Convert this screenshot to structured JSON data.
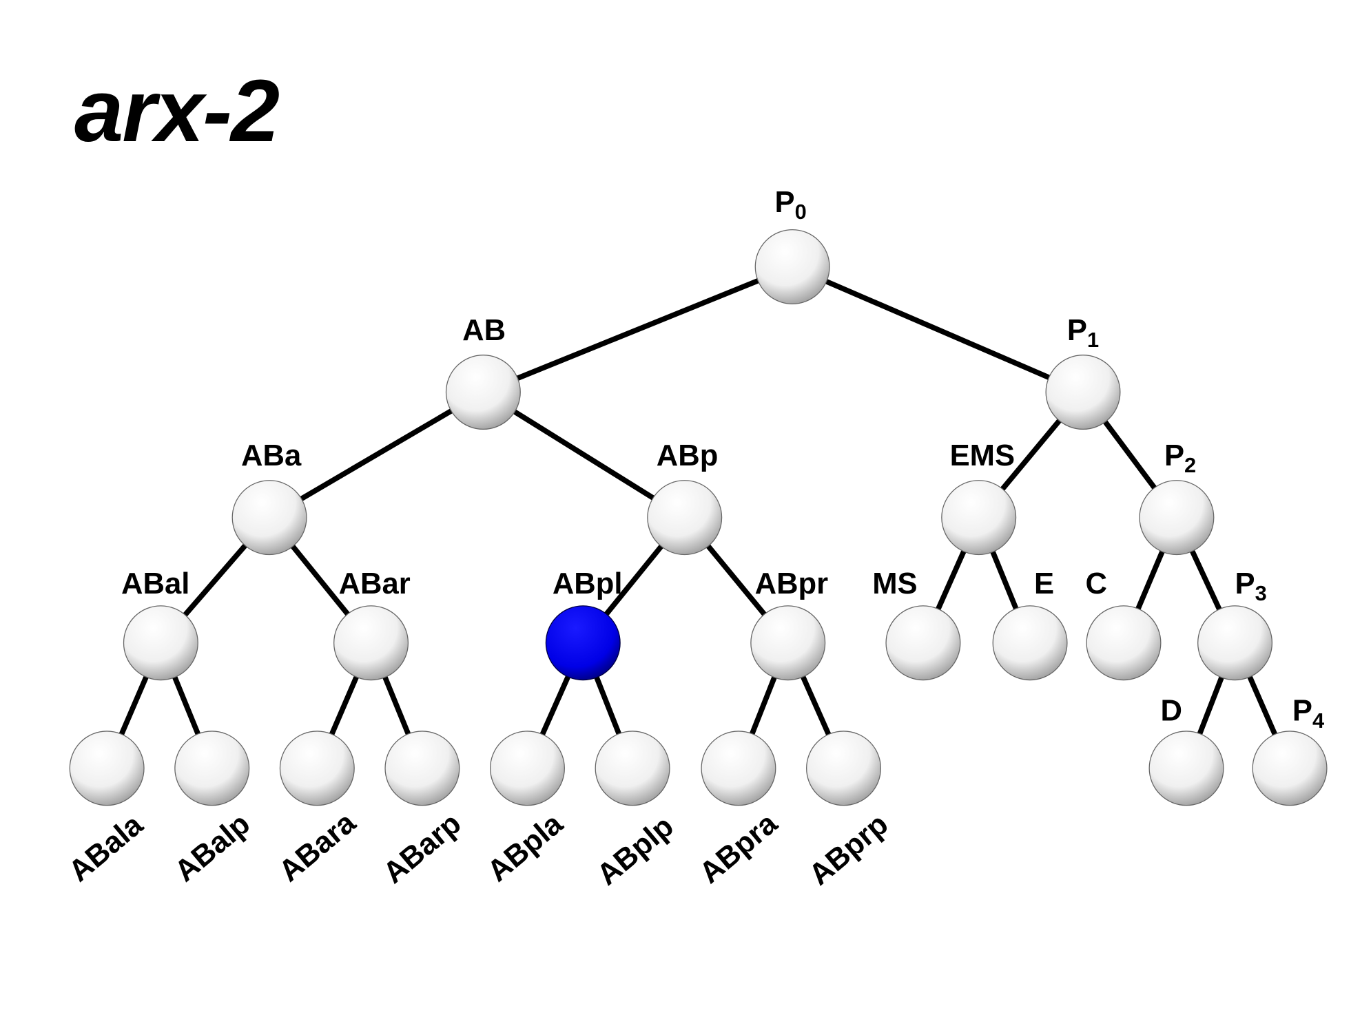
{
  "title": "arx-2",
  "colors": {
    "highlight": "#0000ee",
    "node": "#ffffff",
    "edge": "#000000"
  },
  "nodes": [
    {
      "id": "P0",
      "label": "P",
      "sub": "0",
      "parent": null,
      "highlighted": false
    },
    {
      "id": "AB",
      "label": "AB",
      "sub": "",
      "parent": "P0",
      "highlighted": false
    },
    {
      "id": "P1",
      "label": "P",
      "sub": "1",
      "parent": "P0",
      "highlighted": false
    },
    {
      "id": "ABa",
      "label": "ABa",
      "sub": "",
      "parent": "AB",
      "highlighted": false
    },
    {
      "id": "ABp",
      "label": "ABp",
      "sub": "",
      "parent": "AB",
      "highlighted": false
    },
    {
      "id": "EMS",
      "label": "EMS",
      "sub": "",
      "parent": "P1",
      "highlighted": false
    },
    {
      "id": "P2",
      "label": "P",
      "sub": "2",
      "parent": "P1",
      "highlighted": false
    },
    {
      "id": "ABal",
      "label": "ABal",
      "sub": "",
      "parent": "ABa",
      "highlighted": false
    },
    {
      "id": "ABar",
      "label": "ABar",
      "sub": "",
      "parent": "ABa",
      "highlighted": false
    },
    {
      "id": "ABpl",
      "label": "ABpl",
      "sub": "",
      "parent": "ABp",
      "highlighted": true
    },
    {
      "id": "ABpr",
      "label": "ABpr",
      "sub": "",
      "parent": "ABp",
      "highlighted": false
    },
    {
      "id": "MS",
      "label": "MS",
      "sub": "",
      "parent": "EMS",
      "highlighted": false
    },
    {
      "id": "E",
      "label": "E",
      "sub": "",
      "parent": "EMS",
      "highlighted": false
    },
    {
      "id": "C",
      "label": "C",
      "sub": "",
      "parent": "P2",
      "highlighted": false
    },
    {
      "id": "P3",
      "label": "P",
      "sub": "3",
      "parent": "P2",
      "highlighted": false
    },
    {
      "id": "ABala",
      "label": "ABala",
      "sub": "",
      "parent": "ABal",
      "highlighted": false
    },
    {
      "id": "ABalp",
      "label": "ABalp",
      "sub": "",
      "parent": "ABal",
      "highlighted": false
    },
    {
      "id": "ABara",
      "label": "ABara",
      "sub": "",
      "parent": "ABar",
      "highlighted": false
    },
    {
      "id": "ABarp",
      "label": "ABarp",
      "sub": "",
      "parent": "ABar",
      "highlighted": false
    },
    {
      "id": "ABpla",
      "label": "ABpla",
      "sub": "",
      "parent": "ABpl",
      "highlighted": false
    },
    {
      "id": "ABplp",
      "label": "ABplp",
      "sub": "",
      "parent": "ABpl",
      "highlighted": false
    },
    {
      "id": "ABpra",
      "label": "ABpra",
      "sub": "",
      "parent": "ABpr",
      "highlighted": false
    },
    {
      "id": "ABprp",
      "label": "ABprp",
      "sub": "",
      "parent": "ABpr",
      "highlighted": false
    },
    {
      "id": "D",
      "label": "D",
      "sub": "",
      "parent": "P3",
      "highlighted": false
    },
    {
      "id": "P4",
      "label": "P",
      "sub": "4",
      "parent": "P3",
      "highlighted": false
    }
  ]
}
